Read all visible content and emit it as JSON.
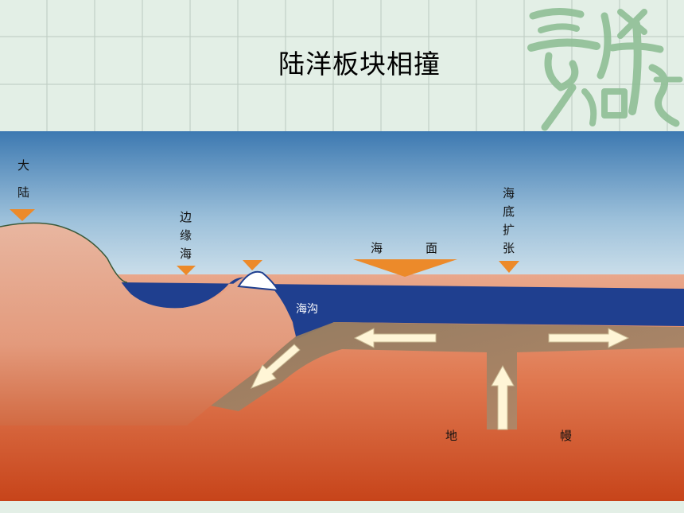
{
  "page": {
    "title": "陆洋板块相撞"
  },
  "labels": {
    "continent_1": "大",
    "continent_2": "陆",
    "marginal_sea_1": "边",
    "marginal_sea_2": "缘",
    "marginal_sea_3": "海",
    "sea_level_1": "海",
    "sea_level_2": "面",
    "trench": "海沟",
    "seafloor_spreading_1": "海",
    "seafloor_spreading_2": "底",
    "seafloor_spreading_3": "扩",
    "seafloor_spreading_4": "张",
    "mantle_1": "地",
    "mantle_2": "幔"
  },
  "logo": {
    "text": "吉祥如意"
  },
  "colors": {
    "ocean": "#1f3f8f",
    "sky_top": "#3f7cb3",
    "marker": "#ec8a2a",
    "crust": "#8d7458",
    "mantle": "#cf4d1d",
    "continent": "#e3ab93",
    "arrow": "#fff5d6"
  }
}
